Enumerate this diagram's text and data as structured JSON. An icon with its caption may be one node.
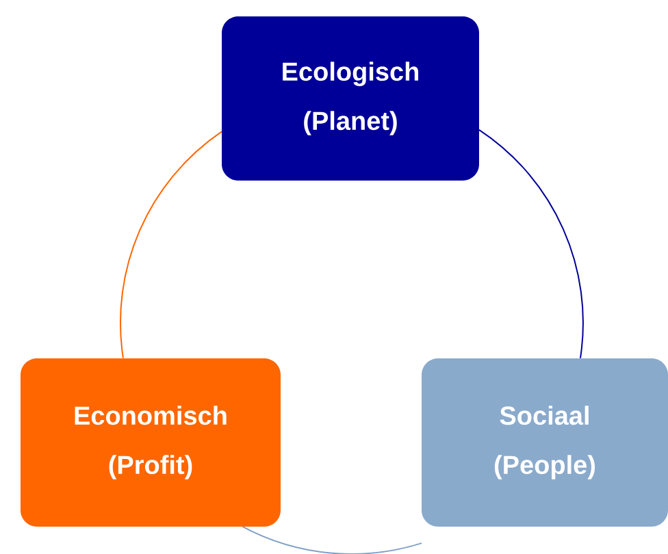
{
  "diagram": {
    "nodes": [
      {
        "text": [
          "Ecologisch (Planet)"
        ]
      },
      {
        "text": [
          "Economisch (Profit)"
        ]
      },
      {
        "text": [
          "Sociaal (People)"
        ]
      }
    ],
    "edges": [
      {
        "from": 0,
        "to": 1,
        "arrow": "none",
        "color": "#ff6600"
      },
      {
        "from": 0,
        "to": 2,
        "arrow": "none",
        "color": "#000099"
      },
      {
        "from": 1,
        "to": 2,
        "arrow": "none",
        "color": "#7f9fc7"
      }
    ]
  }
}
